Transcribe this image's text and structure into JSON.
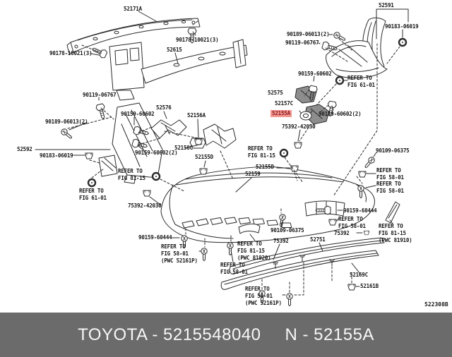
{
  "banner": {
    "brand_part": "TOYOTA - 5215548040",
    "ref_part": "N - 52155A",
    "bg": "#6b6b6b",
    "fg": "#f7f7f7"
  },
  "diagram_code": "522308B",
  "highlighted_part": {
    "number": "52155A",
    "highlight_bg": "#f3978f",
    "highlight_fg": "#8c1c24"
  },
  "labels": [
    {
      "text": "52171A"
    },
    {
      "text": "90178-10021(3)"
    },
    {
      "text": "90178-10021(3)"
    },
    {
      "text": "52615"
    },
    {
      "text": "52591"
    },
    {
      "text": "90183-06019"
    },
    {
      "text": "90189-06013(2)"
    },
    {
      "text": "90119-06767"
    },
    {
      "text": "90159-60602"
    },
    {
      "text": "REFER TO\nFIG 61-01"
    },
    {
      "text": "90119-06767"
    },
    {
      "text": "52576"
    },
    {
      "text": "90159-60602"
    },
    {
      "text": "52156A"
    },
    {
      "text": "90189-06013(2)"
    },
    {
      "text": "52575"
    },
    {
      "text": "52157C"
    },
    {
      "text": "52155A"
    },
    {
      "text": "90159-60602(2)"
    },
    {
      "text": "75392-42030"
    },
    {
      "text": "52592"
    },
    {
      "text": "90183-06019"
    },
    {
      "text": "90159-60602(2)"
    },
    {
      "text": "52158C"
    },
    {
      "text": "52155D"
    },
    {
      "text": "REFER TO\nFIG 81-15"
    },
    {
      "text": "52155D"
    },
    {
      "text": "52159"
    },
    {
      "text": "REFER TO\nFIG 81-15"
    },
    {
      "text": "REFER TO\nFIG 61-01"
    },
    {
      "text": "75392-42030"
    },
    {
      "text": "90109-06375"
    },
    {
      "text": "REFER TO\nFIG 58-01"
    },
    {
      "text": "REFER TO\nFIG 58-01"
    },
    {
      "text": "90159-60444"
    },
    {
      "text": "REFER TO\nFIG 58-01"
    },
    {
      "text": "REFER TO\nFIG 81-15\n(PWC 81910)"
    },
    {
      "text": "75392"
    },
    {
      "text": "90109-06375"
    },
    {
      "text": "75392"
    },
    {
      "text": "52751"
    },
    {
      "text": "REFER TO\nFIG 81-15\n(PWC 81920)"
    },
    {
      "text": "REFER TO\nFIG 58-01"
    },
    {
      "text": "90159-60444"
    },
    {
      "text": "REFER TO\nFIG 58-01\n(PWC 52161P)"
    },
    {
      "text": "REFER TO\nFIG 58-01\n(PWC 52161P)"
    },
    {
      "text": "52169C"
    },
    {
      "text": "52161B"
    }
  ]
}
